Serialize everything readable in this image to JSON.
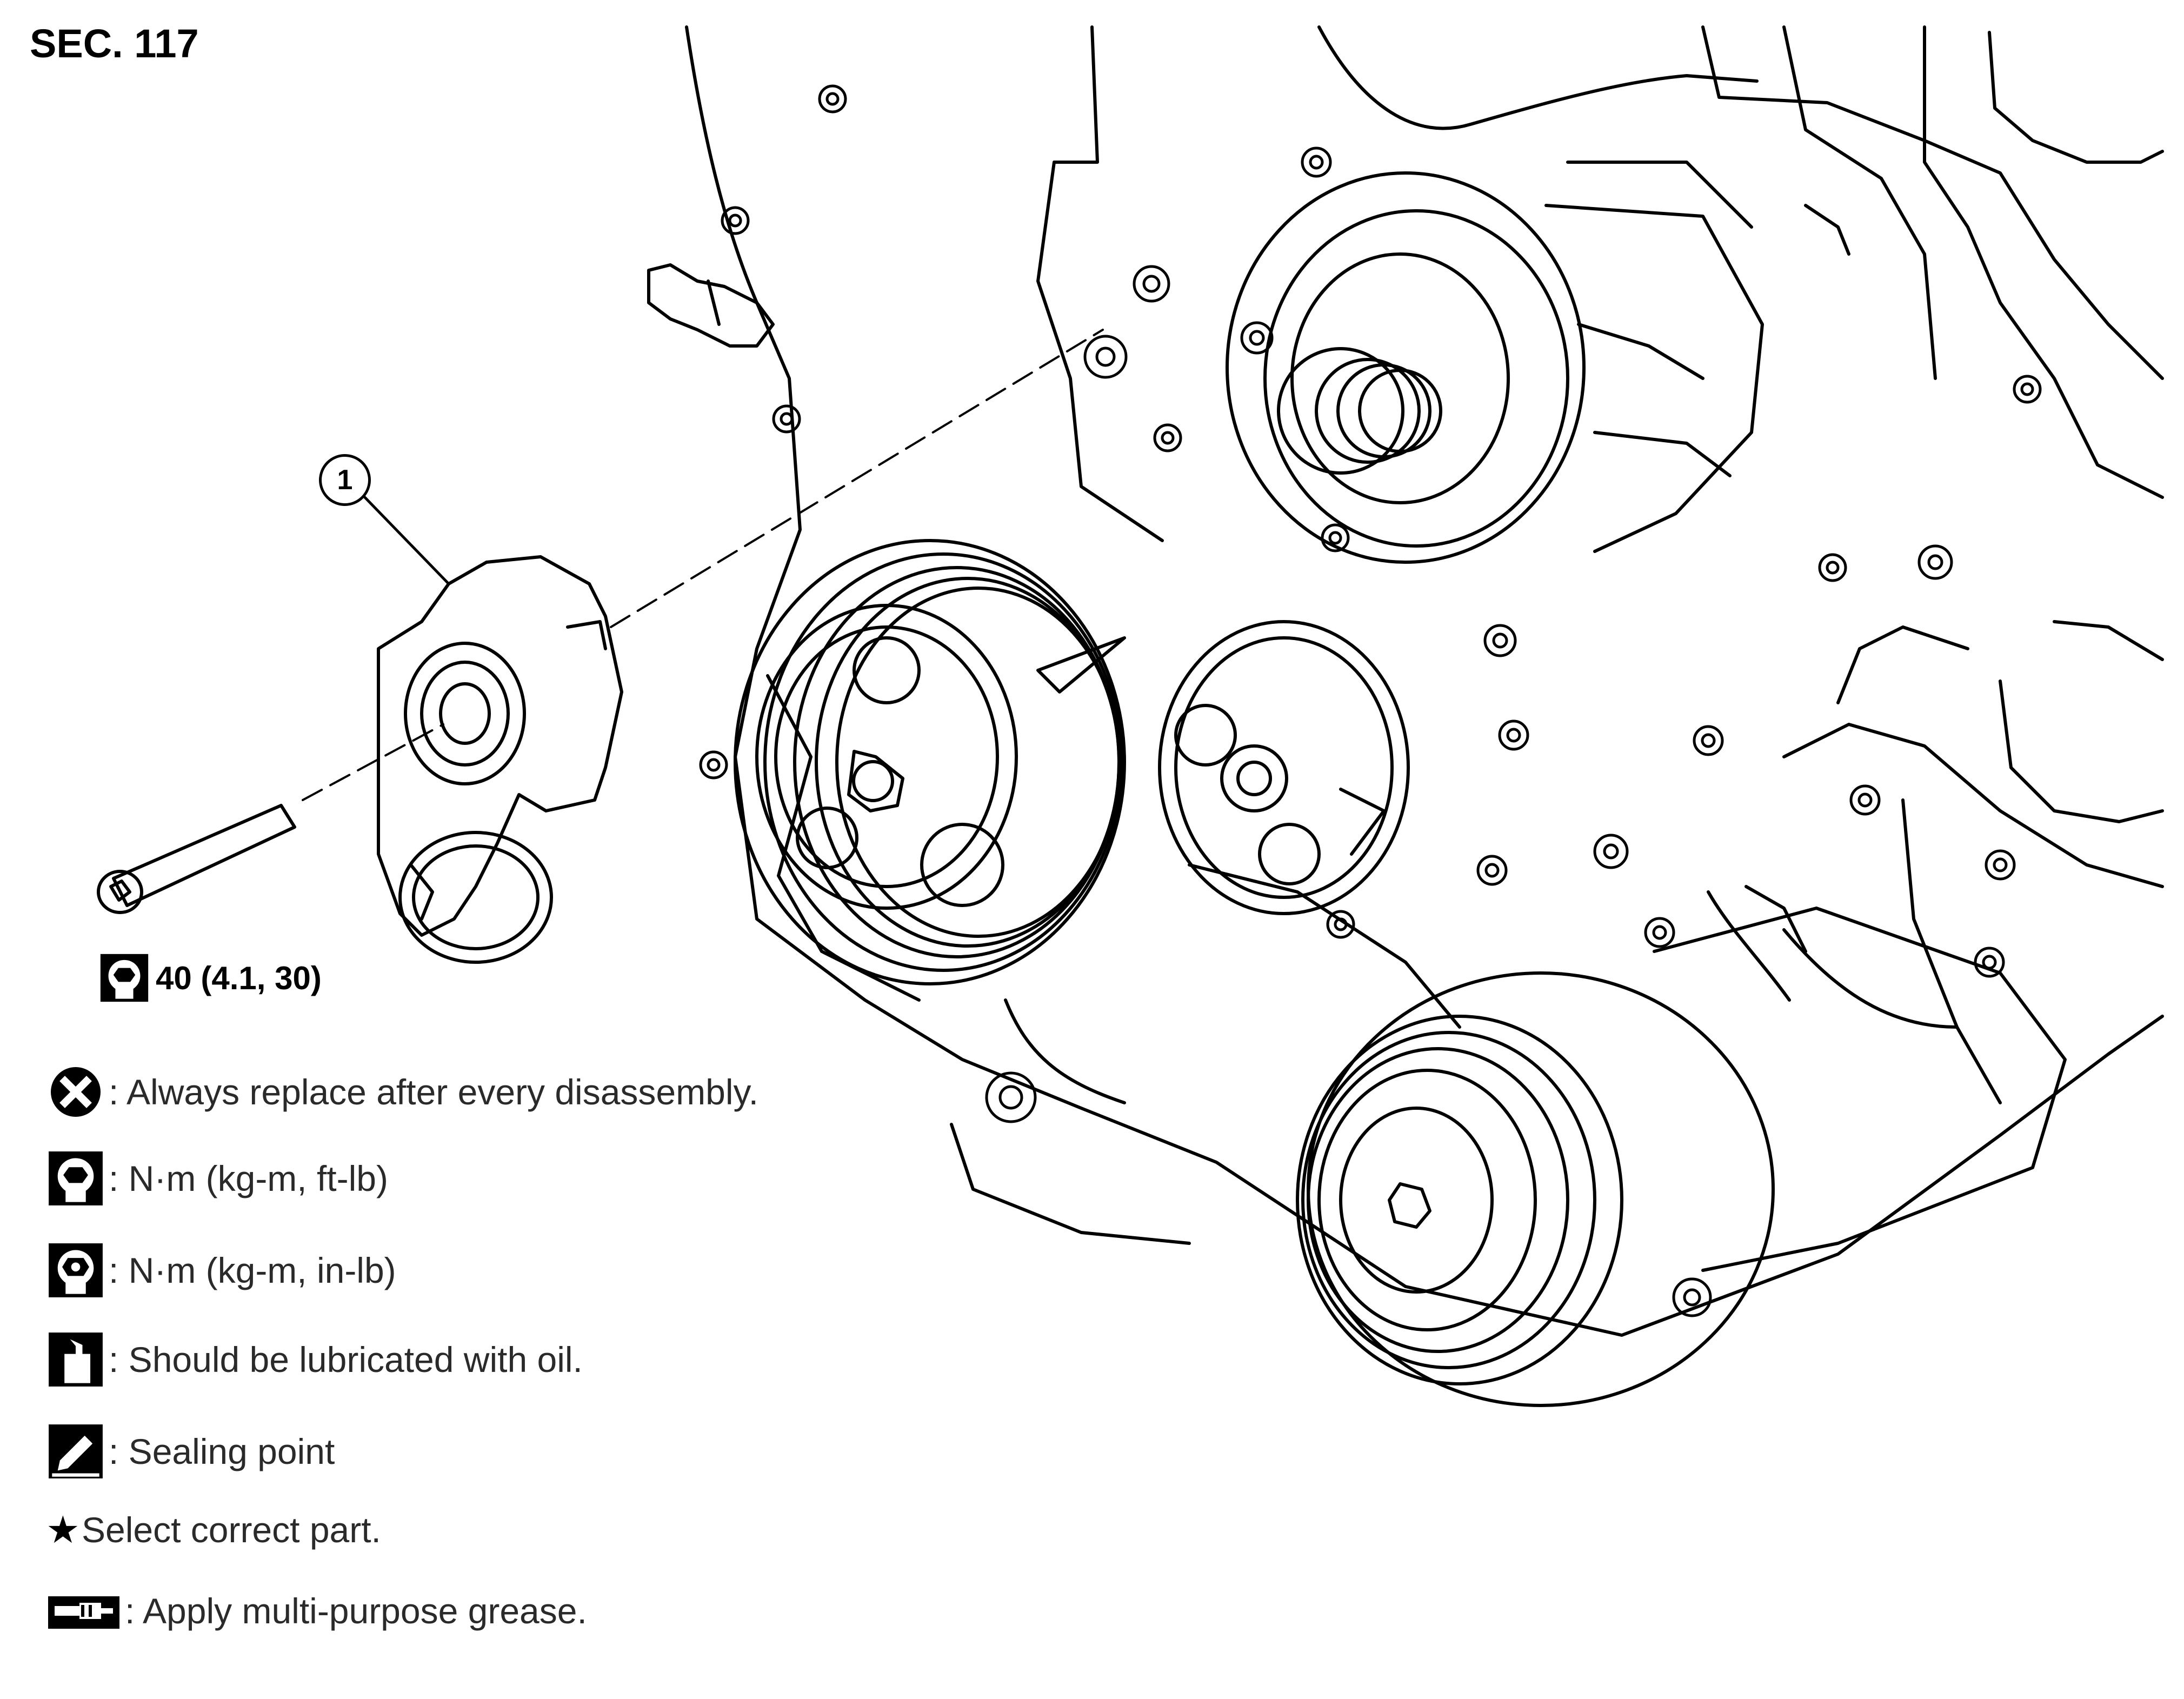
{
  "section": "SEC. 117",
  "callout": {
    "number": "1"
  },
  "torque": {
    "value": "40 (4.1, 30)",
    "icon": "torque-wrench-icon"
  },
  "legend": [
    {
      "icon": "replace-x-icon",
      "text": ": Always replace after every disassembly."
    },
    {
      "icon": "torque-ftlb-icon",
      "text": ": N·m (kg-m, ft-lb)"
    },
    {
      "icon": "torque-inlb-icon",
      "text": ": N·m (kg-m, in-lb)"
    },
    {
      "icon": "oil-can-icon",
      "text": ": Should be lubricated with oil."
    },
    {
      "icon": "sealant-icon",
      "text": ": Sealing point"
    },
    {
      "icon": "star-icon",
      "text": "Select correct part."
    },
    {
      "icon": "grease-gun-icon",
      "text": ": Apply multi-purpose grease."
    }
  ]
}
